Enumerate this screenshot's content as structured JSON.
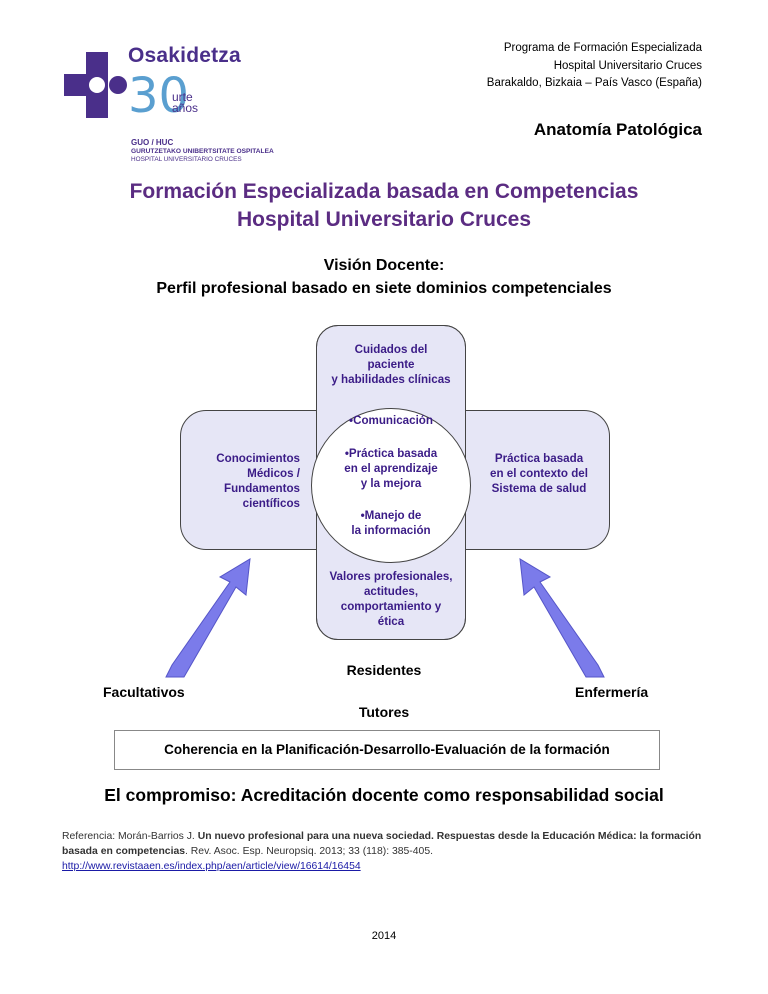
{
  "logo": {
    "brand": "Osakidetza",
    "number": "30",
    "urte": "urte",
    "anos": "años",
    "guo": "GUO / HUC",
    "line1": "GURUTZETAKO UNIBERTSITATE OSPITALEA",
    "line2": "HOSPITAL UNIVERSITARIO CRUCES",
    "colors": {
      "purple": "#4a2f8a",
      "blue": "#5a9fd0"
    }
  },
  "header": {
    "program": "Programa de Formación Especializada",
    "hospital": "Hospital Universitario Cruces",
    "location": "Barakaldo, Bizkaia – País Vasco (España)",
    "specialty": "Anatomía Patológica"
  },
  "title": {
    "line1": "Formación Especializada basada en Competencias",
    "line2": "Hospital Universitario Cruces",
    "color": "#5b2c82"
  },
  "subtitle": {
    "line1": "Visión Docente:",
    "line2": "Perfil profesional basado en siete dominios competenciales"
  },
  "diagram": {
    "top": [
      "Cuidados del",
      "paciente",
      "y habilidades clínicas"
    ],
    "left": [
      "Conocimientos",
      "Médicos /",
      "Fundamentos",
      "científicos"
    ],
    "right": [
      "Práctica basada",
      "en el contexto del",
      "Sistema de salud"
    ],
    "bottom": [
      "Valores profesionales,",
      "actitudes,",
      "comportamiento y",
      "ética"
    ],
    "center_comunicacion": "•Comunicación",
    "center_practica": [
      "•Práctica basada",
      "en el aprendizaje",
      "y la mejora"
    ],
    "center_manejo": [
      "•Manejo de",
      "la información"
    ],
    "colors": {
      "fill": "#e6e6f6",
      "text": "#3b1c87",
      "arrow": "#7b7bea"
    }
  },
  "labels": {
    "residentes": "Residentes",
    "facultativos": "Facultativos",
    "enfermeria": "Enfermería",
    "tutores": "Tutores"
  },
  "coherence": "Coherencia en la Planificación-Desarrollo-Evaluación de la formación",
  "commitment": "El compromiso: Acreditación docente como responsabilidad social",
  "reference": {
    "prefix": "Referencia: Morán-Barrios J. ",
    "title": "Un nuevo profesional para una nueva sociedad. Respuestas desde la Educación Médica: la formación basada en competencias",
    "journal": ". Rev. Asoc. Esp. Neuropsiq. 2013; 33 (118): 385-405.",
    "url": "http://www.revistaaen.es/index.php/aen/article/view/16614/16454"
  },
  "year": "2014"
}
